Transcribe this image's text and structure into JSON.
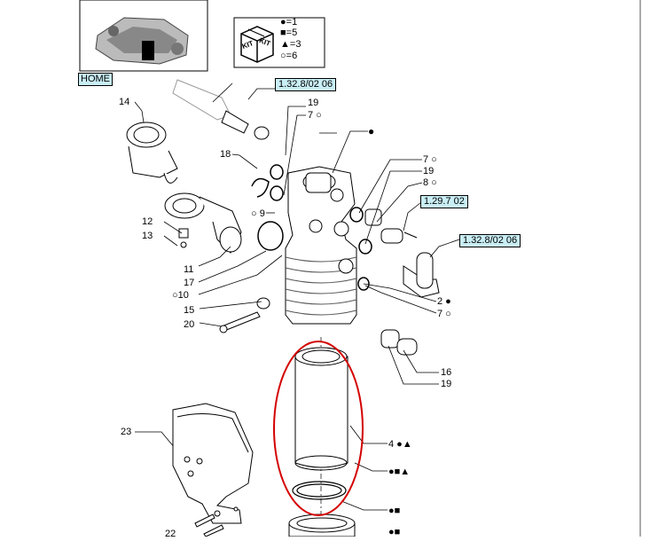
{
  "home_link": "HOME",
  "kit_legend": {
    "kit_text": "KIT",
    "entries": [
      {
        "symbol": "●",
        "value": "=1"
      },
      {
        "symbol": "■",
        "value": "=5"
      },
      {
        "symbol": "▲",
        "value": "=3"
      },
      {
        "symbol": "○",
        "value": "=6"
      }
    ]
  },
  "references": [
    "1.32.8/02 06",
    "1.29.7 02",
    "1.32.8/02 06"
  ],
  "callouts": {
    "c14": "14",
    "c19a": "19",
    "c7a": "7 ○",
    "c18": "18",
    "c9": "○ 9",
    "c12": "12",
    "c13": "13",
    "c11": "11",
    "c17": "17",
    "c10": "○10",
    "c15": "15",
    "c20": "20",
    "c7b": "7 ○",
    "c19b": "19",
    "c8": "8 ○",
    "c2": "2 ●",
    "c7c": "7 ○",
    "c16": "16",
    "c19c": "19",
    "c23": "23",
    "c4": "4 ●▲",
    "s1": "●■▲",
    "s2": "●■",
    "s3": "●■",
    "c22": "22"
  },
  "colors": {
    "highlight_ellipse": "#d40000",
    "reference_bg": "#c9eef5"
  }
}
